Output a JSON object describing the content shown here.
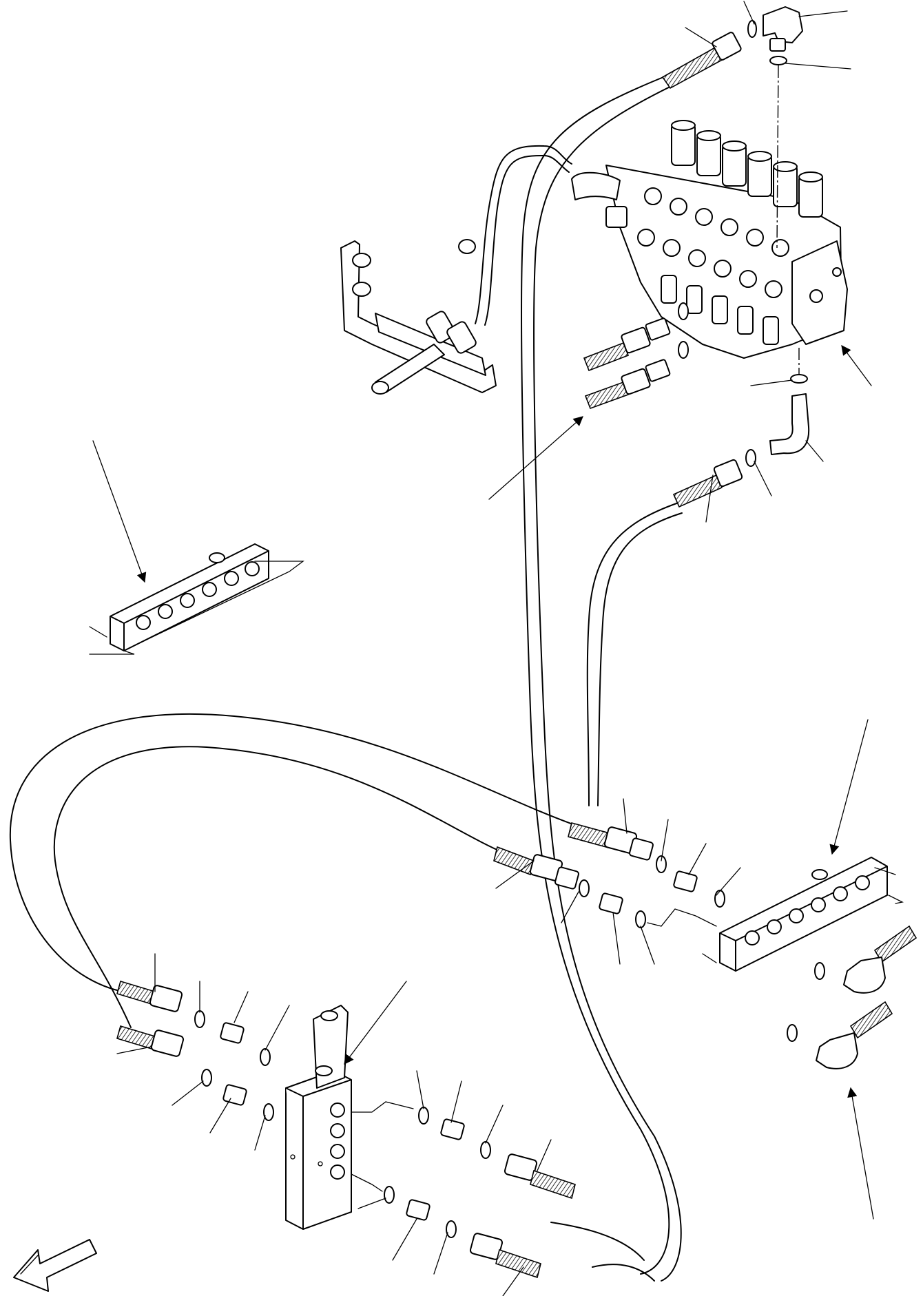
{
  "diagram": {
    "type": "exploded parts illustration",
    "labels": [],
    "components": [
      "control-valve-assembly",
      "valve-mounting-bracket",
      "pilot-line-pipe",
      "distribution-block-upper",
      "distribution-block-detail",
      "selector-valve-block",
      "hose-assemblies",
      "adapters",
      "o-rings",
      "elbow-fittings",
      "direction-arrow"
    ]
  }
}
